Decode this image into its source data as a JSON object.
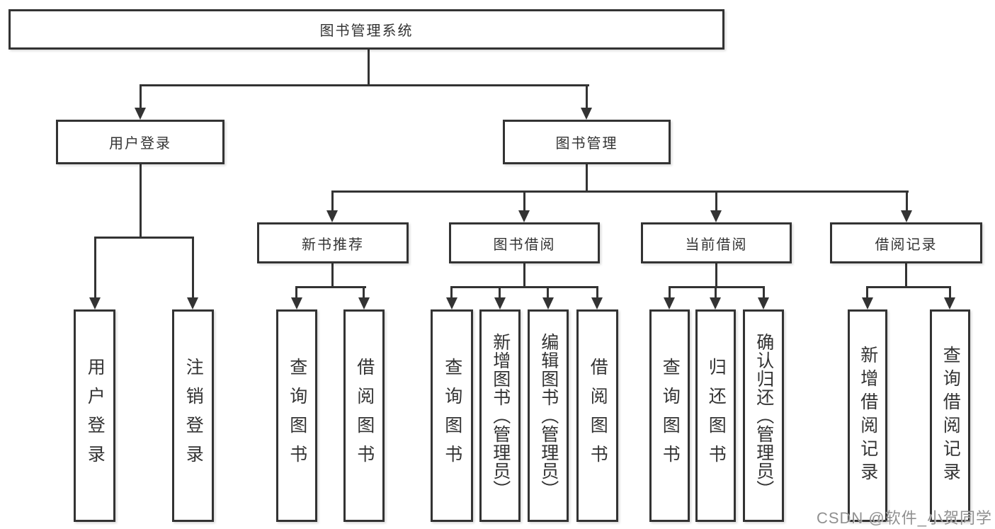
{
  "tree": {
    "root": {
      "label": "图书管理系统",
      "children": [
        {
          "label": "用户登录",
          "children": [
            {
              "label": "用户登录"
            },
            {
              "label": "注销登录"
            }
          ]
        },
        {
          "label": "图书管理",
          "children": [
            {
              "label": "新书推荐",
              "children": [
                {
                  "label": "查询图书"
                },
                {
                  "label": "借阅图书"
                }
              ]
            },
            {
              "label": "图书借阅",
              "children": [
                {
                  "label": "查询图书"
                },
                {
                  "label": "新增图书（管理员）"
                },
                {
                  "label": "编辑图书（管理员）"
                },
                {
                  "label": "借阅图书"
                }
              ]
            },
            {
              "label": "当前借阅",
              "children": [
                {
                  "label": "查询图书"
                },
                {
                  "label": "归还图书"
                },
                {
                  "label": "确认归还（管理员）"
                }
              ]
            },
            {
              "label": "借阅记录",
              "children": [
                {
                  "label": "新增借阅记录"
                },
                {
                  "label": "查询借阅记录"
                }
              ]
            }
          ]
        }
      ]
    }
  },
  "watermark": {
    "text": "CSDN @软件_小贺同学"
  },
  "colors": {
    "line": "#333333",
    "text": "#333333",
    "background": "#ffffff",
    "watermark": "#909090"
  }
}
